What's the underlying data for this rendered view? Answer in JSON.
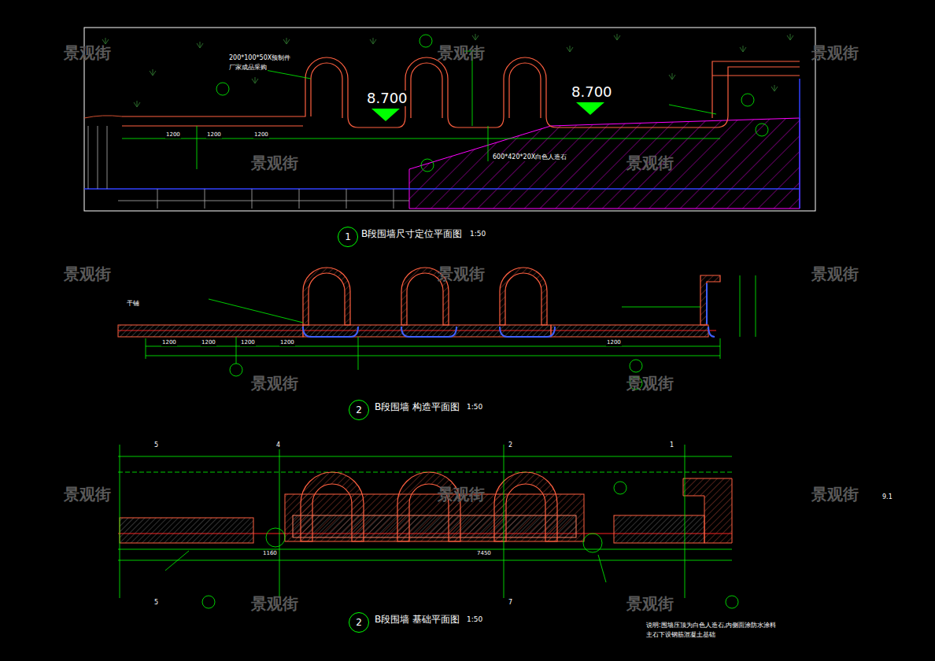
{
  "diagram": {
    "nodes": [
      {
        "text": [
          "1"
        ]
      },
      {
        "text": [
          "2"
        ]
      },
      {
        "text": [
          "2"
        ]
      }
    ],
    "labels": [
      "B段围墙尺寸定位平面图",
      "1:50",
      "B段围墙 构造平面图",
      "1:50",
      "B段围墙 基础平面图",
      "1:50",
      "8.700",
      "8.700",
      "景观街",
      "景观街",
      "景观街",
      "景观街",
      "景观街",
      "景观街",
      "景观街",
      "景观街",
      "景观街",
      "景观街",
      "景观街",
      "景观街",
      "景观街",
      "景观街",
      "景观街",
      "200*100*50X预制件",
      "厂家成品采购",
      "600*420*20X白色人造石",
      "干铺",
      "1200",
      "1200",
      "1200",
      "1200",
      "1200",
      "1200",
      "1200",
      "1200",
      "7450",
      "1160",
      "5",
      "4",
      "2",
      "1",
      "5",
      "7",
      "说明:围墙压顶为白色人造石,内侧面涂防水涂料",
      "主石下设钢筋混凝土基础",
      "9.1"
    ]
  }
}
